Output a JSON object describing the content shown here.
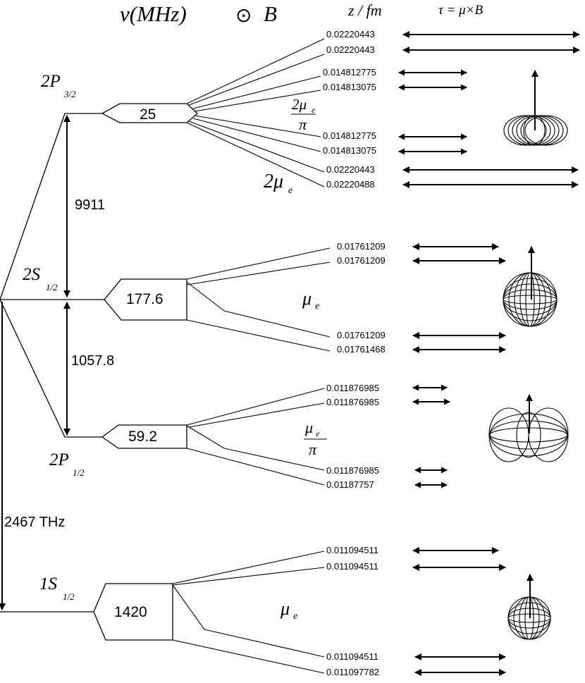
{
  "header": {
    "frequency_label": "ν(MHz)",
    "field_symbol": "⊙",
    "field_label": "B",
    "z_label": "z / fm",
    "torque_label": "τ = μ×B"
  },
  "levels": {
    "p32": {
      "main": "2P",
      "sub": "3/2"
    },
    "s12_2": {
      "main": "2S",
      "sub": "1/2"
    },
    "p12": {
      "main": "2P",
      "sub": "1/2"
    },
    "s12_1": {
      "main": "1S",
      "sub": "1/2"
    }
  },
  "splittings": {
    "p32": "25",
    "s12_2": "177.6",
    "p12": "59.2",
    "s12_1": "1420"
  },
  "gaps": {
    "fine": "9911",
    "lamb": "1057.8",
    "lyman": "2467 THz"
  },
  "moments": {
    "p32_fraction_num": "2μ",
    "p32_fraction_sub": "e",
    "p32_fraction_den": "π",
    "p32_outer": "2μ",
    "p32_outer_sub": "e",
    "s12_2": "μ",
    "s12_2_sub": "e",
    "p12_fraction_num": "μ",
    "p12_fraction_sub": "e",
    "p12_fraction_den": "π",
    "s12_1": "μ",
    "s12_1_sub": "e"
  },
  "z_values": {
    "p32": [
      "0.02220443",
      "0.02220443",
      "0.014812775",
      "0.014813075",
      "0.014812775",
      "0.014813075",
      "0.02220443",
      "0.02220488"
    ],
    "s12_2": [
      "0.01761209",
      "0.01761209",
      "0.01761209",
      "0.01761468"
    ],
    "p12": [
      "0.011876985",
      "0.011876985",
      "0.011876985",
      "0.01187757"
    ],
    "s12_1": [
      "0.011094511",
      "0.011094511",
      "0.011094511",
      "0.011097782"
    ]
  },
  "icons": [
    "torus-moment-icon",
    "sphere-moment-icon",
    "dumbbell-moment-icon",
    "small-sphere-moment-icon"
  ]
}
